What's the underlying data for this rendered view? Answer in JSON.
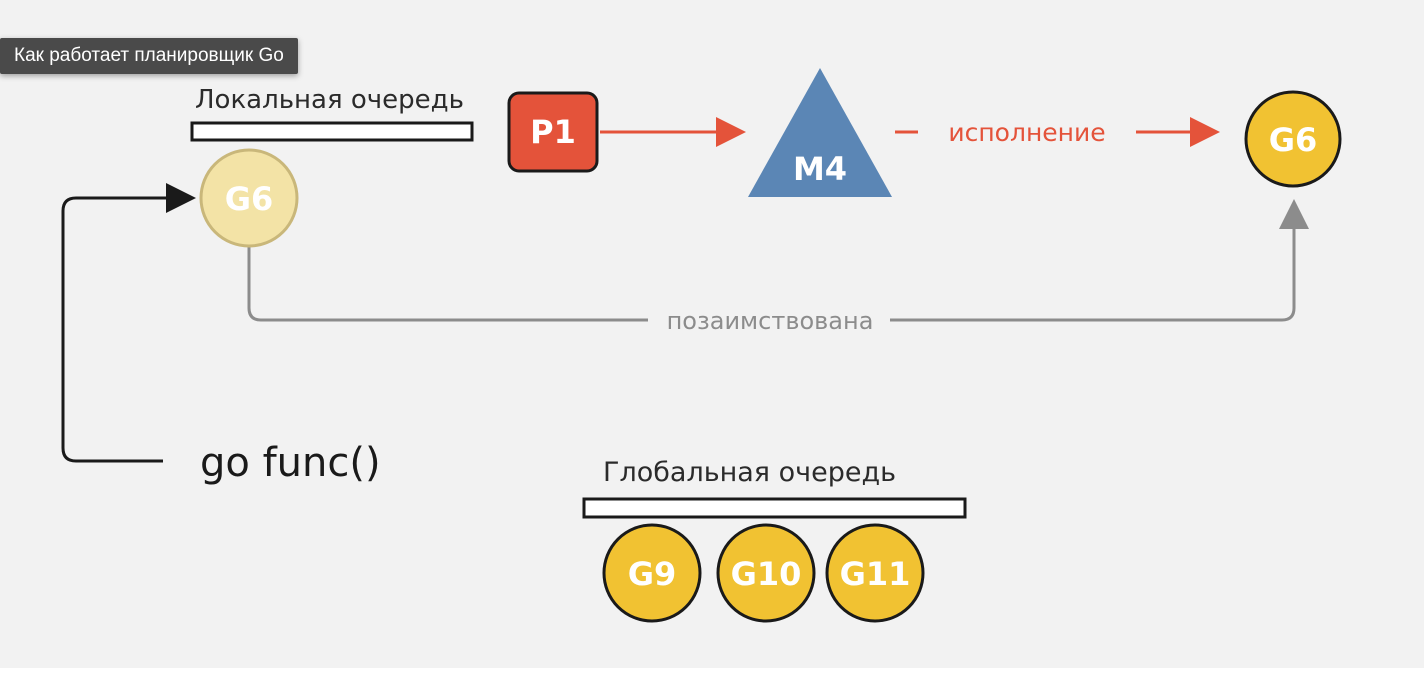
{
  "tooltip": "Как работает планировщик Go",
  "diagram": {
    "local_queue_label": "Локальная очередь",
    "global_queue_label": "Глобальная очередь",
    "processor": "P1",
    "machine": "M4",
    "running_goroutine": "G6",
    "queued_goroutine": "G6",
    "execution_label": "исполнение",
    "stolen_label": "позаимствована",
    "spawn_code": "go func()",
    "global_goroutines": [
      "G9",
      "G10",
      "G11"
    ],
    "colors": {
      "processor": "#e4533a",
      "machine": "#5b86b5",
      "goroutine": "#f1c232",
      "goroutine_faded": "#f3e3a6",
      "arrow_red": "#e4533a",
      "arrow_gray": "#8c8c8c",
      "background": "#f2f2f2"
    }
  }
}
